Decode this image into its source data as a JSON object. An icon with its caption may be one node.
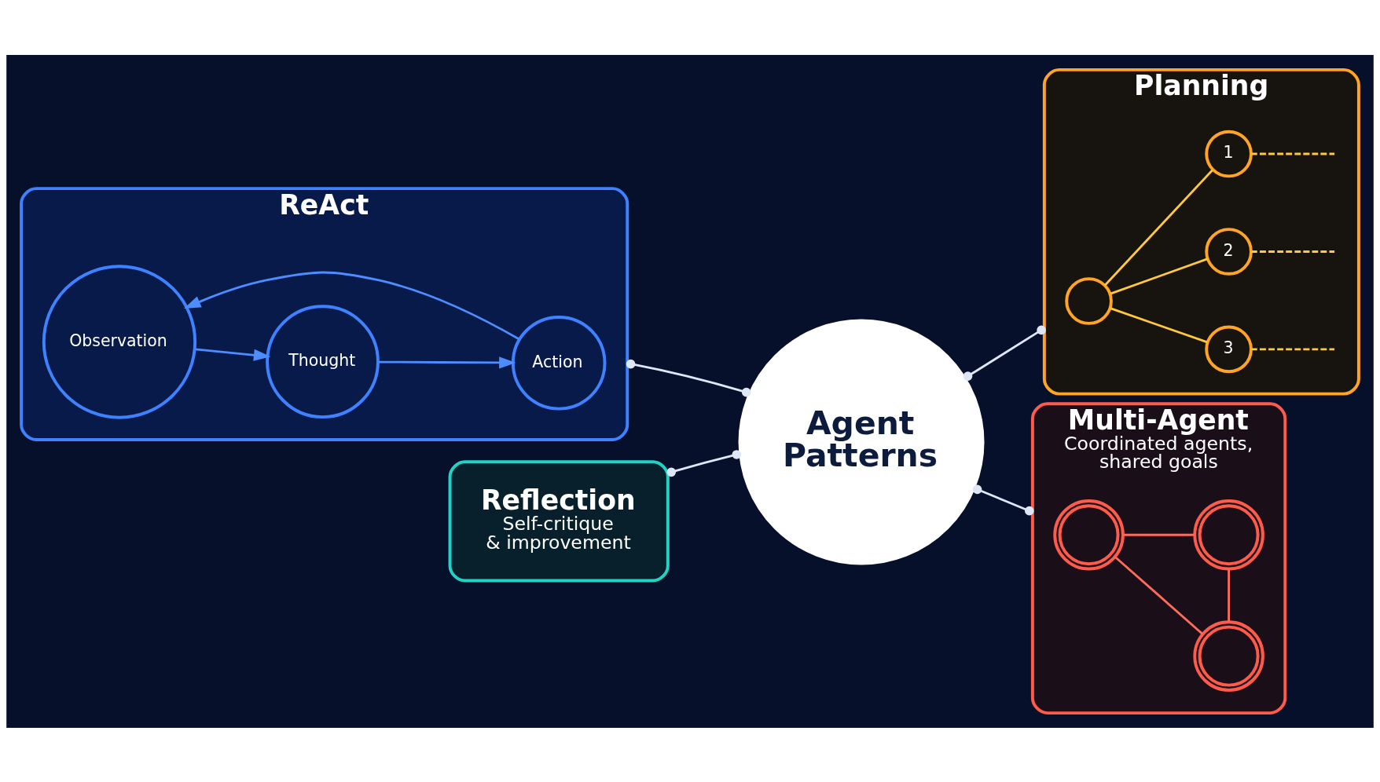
{
  "diagram": {
    "nodes": [
      {
        "text": [
          "ReAct"
        ]
      },
      {
        "text": [
          "Thought"
        ],
        "in": 0
      },
      {
        "text": [
          "Action"
        ],
        "in": 0
      },
      {
        "text": [
          "Observation"
        ],
        "in": 0
      },
      {
        "text": [
          "Planning"
        ]
      },
      {
        "text": [],
        "shape": "circle",
        "in": 4
      },
      {
        "text": [
          "1"
        ],
        "in": 4
      },
      {
        "text": [
          "2"
        ],
        "in": 4
      },
      {
        "text": [
          "3"
        ],
        "in": 4
      },
      {
        "text": [
          "Agent Patterns"
        ]
      },
      {
        "text": [
          "Reflection",
          "Self-critique & improvement"
        ]
      },
      {
        "text": [
          "Multi-Agent",
          "Coordinated agents, shared goals"
        ]
      },
      {
        "text": [],
        "shape": "person",
        "in": 11
      },
      {
        "text": [],
        "shape": "person",
        "in": 11
      },
      {
        "text": [],
        "shape": "person",
        "in": 11
      }
    ],
    "edges": [
      {
        "from": 9,
        "to": 0,
        "arrow": "other",
        "color": "#dfe6f5"
      },
      {
        "from": 9,
        "to": 4,
        "arrow": "other",
        "color": "#dfe6f5"
      },
      {
        "from": 9,
        "to": 10,
        "arrow": "other",
        "color": "#dfe6f5"
      },
      {
        "from": 9,
        "to": 11,
        "arrow": "other",
        "color": "#dfe6f5"
      },
      {
        "from": 1,
        "to": 2,
        "arrow": "to",
        "color": "#4d8dff"
      },
      {
        "from": 2,
        "to": 3,
        "arrow": "to",
        "color": "#4d8dff"
      },
      {
        "from": 3,
        "to": 1,
        "arrow": "to",
        "color": "#4d8dff"
      },
      {
        "from": 5,
        "to": 6,
        "arrow": "none",
        "color": "#ffc83d"
      },
      {
        "from": 5,
        "to": 7,
        "arrow": "none",
        "color": "#ffc83d"
      },
      {
        "from": 5,
        "to": 8,
        "arrow": "none",
        "color": "#ffc83d"
      },
      {
        "from": 6,
        "to": null,
        "arrow": "none",
        "style": "dashed",
        "color": "#ffc83d"
      },
      {
        "from": 7,
        "to": null,
        "arrow": "none",
        "style": "dashed",
        "color": "#ffc83d"
      },
      {
        "from": 8,
        "to": null,
        "arrow": "none",
        "style": "dashed",
        "color": "#ffc83d"
      },
      {
        "from": 12,
        "to": 13,
        "arrow": "none",
        "color": "#ff6b5b"
      },
      {
        "from": 12,
        "to": 14,
        "arrow": "none",
        "color": "#ff6b5b"
      },
      {
        "from": 13,
        "to": 14,
        "arrow": "none",
        "color": "#ff6b5b"
      }
    ]
  }
}
